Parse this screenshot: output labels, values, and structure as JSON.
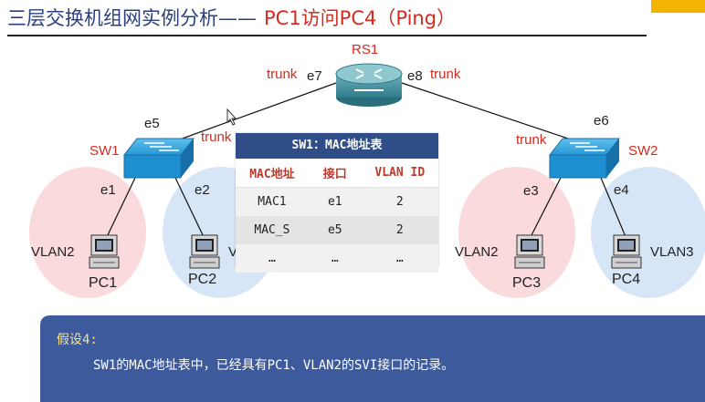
{
  "title": {
    "main": "三层交换机组网实例分析——",
    "sub": "PC1访问PC4（Ping）"
  },
  "devices": {
    "router": "RS1",
    "sw1": "SW1",
    "sw2": "SW2",
    "pc1": "PC1",
    "pc2": "PC2",
    "pc3": "PC3",
    "pc4": "PC4"
  },
  "ports": {
    "e1": "e1",
    "e2": "e2",
    "e3": "e3",
    "e4": "e4",
    "e5": "e5",
    "e6": "e6",
    "e7": "e7",
    "e8": "e8"
  },
  "trunk_label": "trunk",
  "vlans": {
    "pc1": "VLAN2",
    "pc2": "V",
    "pc3": "VLAN2",
    "pc4": "VLAN3"
  },
  "mac_table": {
    "title": "SW1：MAC地址表",
    "headers": [
      "MAC地址",
      "接口",
      "VLAN ID"
    ],
    "rows": [
      [
        "MAC1",
        "e1",
        "2"
      ],
      [
        "MAC_S",
        "e5",
        "2"
      ],
      [
        "…",
        "…",
        "…"
      ]
    ]
  },
  "note": {
    "heading": "假设4:",
    "body": "SW1的MAC地址表中，已经具有PC1、VLAN2的SVI接口的记录。"
  },
  "colors": {
    "title_blue": "#2b3f7f",
    "title_red": "#d52b1e",
    "vlan2_bg": "#fadadc",
    "vlan3_bg": "#d6e6f6",
    "device_blue": "#1e8fd0",
    "table_header": "#2f4d86",
    "note_bg": "#3d5a9c"
  },
  "icons": [
    "router-icon",
    "switch-icon",
    "pc-icon",
    "mouse-cursor-icon"
  ]
}
